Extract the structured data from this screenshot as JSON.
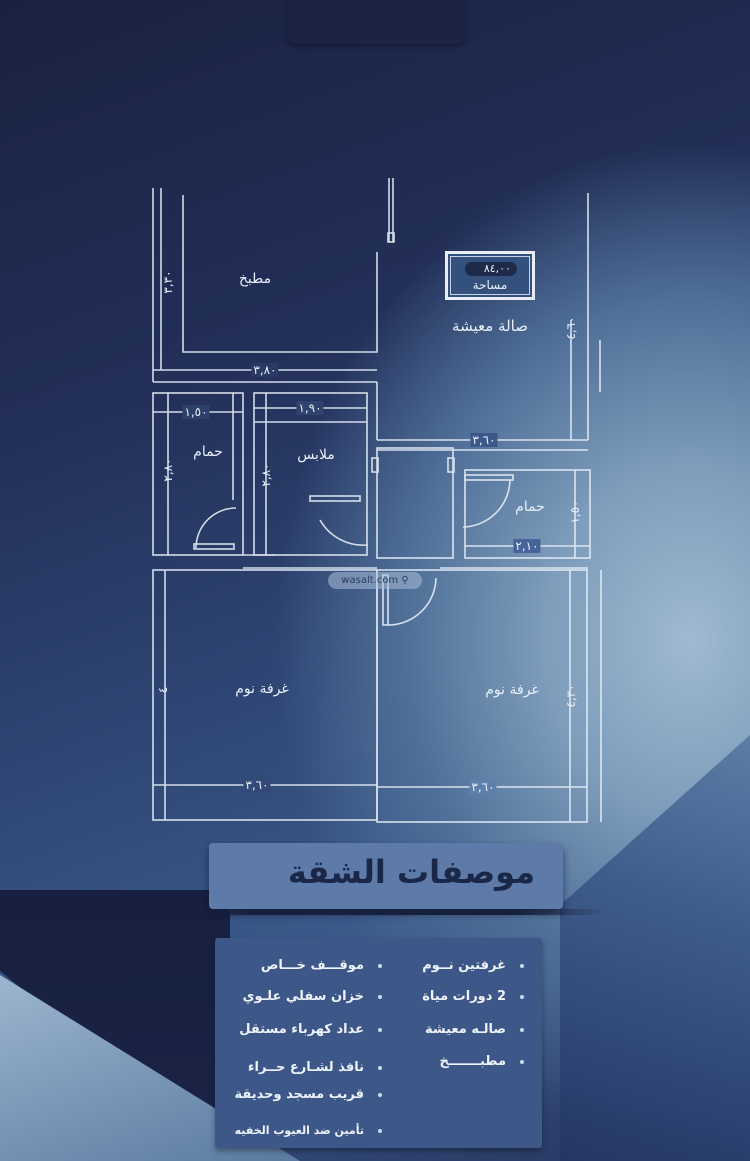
{
  "floor_plan": {
    "area": {
      "value": "٨٤,٠٠",
      "label": "مساحة"
    },
    "rooms": [
      {
        "id": "kitchen",
        "label": "مطبخ",
        "width": "٣,٨٠",
        "height": "٣,٣٠"
      },
      {
        "id": "living-room",
        "label": "صالة معيشة",
        "width": "٣,٦٠",
        "height": "٤,٦٠"
      },
      {
        "id": "bathroom-left",
        "label": "حمام",
        "width": "١,٥٠",
        "height": "٢,٨٠"
      },
      {
        "id": "dressing-room",
        "label": "ملابس",
        "width": "١,٩٠",
        "height": "٢,٨٠"
      },
      {
        "id": "bathroom-right",
        "label": "حمام",
        "width": "٢,١٠",
        "height": "١,٥٠"
      },
      {
        "id": "bedroom-left",
        "label": "غرفة نوم",
        "width": "٣,٦٠",
        "height": "٤"
      },
      {
        "id": "bedroom-right",
        "label": "غرفة نوم",
        "width": "٣,٦٠",
        "height": "٤,٣٠"
      }
    ],
    "watermark": "wasalt.com"
  },
  "specs": {
    "title": "موصفات الشقة",
    "right_column": [
      "غرفتين نــوم",
      "2 دورات مياة",
      "صالـه معيشة",
      "مطبـــــــخ"
    ],
    "left_column": [
      "موقـــف خـــاص",
      "خزان سفلي علـوي",
      "عداد كهرباء مستقل",
      "نافذ لشـارع حــراء",
      "قريب مسجد وحديقة",
      "تأمين ضد العيوب الخفيه"
    ]
  },
  "colors": {
    "background_dark": "#1a2240",
    "background_light": "#9fbad0",
    "line": "#e6eef8",
    "banner": "#5d7aa8",
    "banner_text": "#1a2748",
    "specs_panel": "#3d5888"
  }
}
